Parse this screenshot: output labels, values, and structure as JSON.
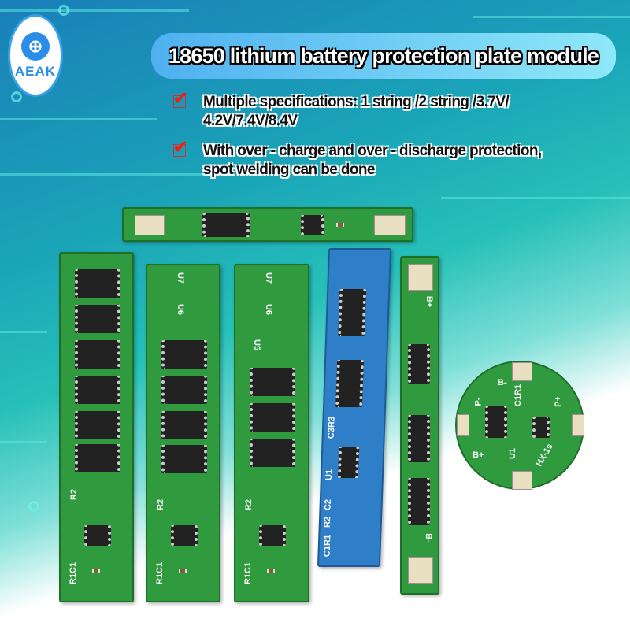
{
  "brand": {
    "logo_text": "AEAK"
  },
  "title": "18650 lithium battery protection plate module",
  "features": [
    {
      "line1": "Multiple specifications: 1 string /2 string /3.7V/",
      "line2": "4.2V/7.4V/8.4V"
    },
    {
      "line1": "With over - charge and over - discharge protection,",
      "line2": "spot welding can be done"
    }
  ],
  "silkscreen": {
    "r2": "R2",
    "r1c1": "R1C1",
    "u7": "U7",
    "u6": "U6",
    "u5": "U5",
    "c3r3": "C3R3",
    "u1": "U1",
    "c2": "C2",
    "r2b": "R2",
    "c1r1": "C1R1",
    "bplus": "B+",
    "bminus": "B-",
    "pplus": "P+",
    "pminus": "P-",
    "c1r1b": "C1R1",
    "hx": "HX-1s",
    "u1b": "U1",
    "bplus2": "B+",
    "bminus2": "B-"
  }
}
